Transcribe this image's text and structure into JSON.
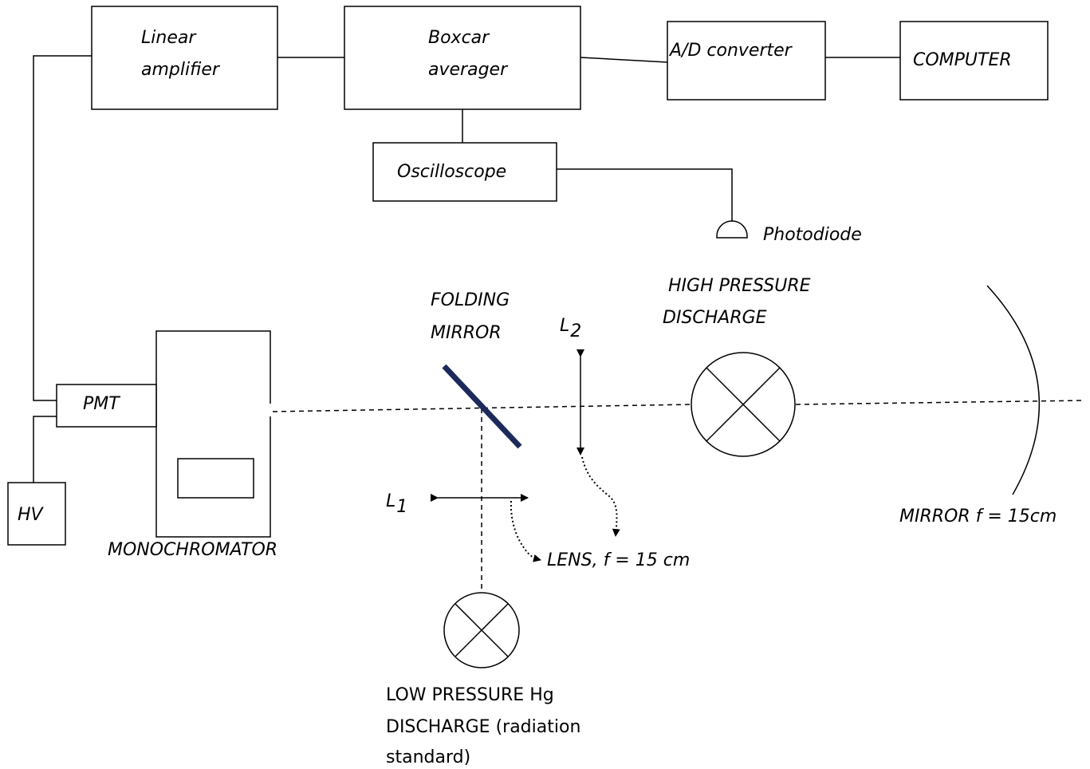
{
  "blocks": {
    "linear_amplifier": [
      "Linear",
      "amplifier"
    ],
    "boxcar_averager": [
      "Boxcar",
      "averager"
    ],
    "ad_converter": "A/D converter",
    "computer": "COMPUTER",
    "oscilloscope": "Oscilloscope",
    "pmt": "PMT",
    "hv": "HV"
  },
  "labels": {
    "photodiode": "Photodiode",
    "folding_mirror": [
      "FOLDING",
      "MIRROR"
    ],
    "high_pressure_discharge": [
      "HIGH PRESSURE",
      "DISCHARGE"
    ],
    "monochromator": "MONOCHROMATOR",
    "mirror": "MIRROR  f = 15cm",
    "lens": "LENS, f = 15 cm",
    "l1": {
      "letter": "L",
      "sub": "1"
    },
    "l2": {
      "letter": "L",
      "sub": "2"
    },
    "low_pressure_discharge": [
      "LOW PRESSURE Hg",
      "DISCHARGE (radiation",
      "standard)"
    ]
  },
  "colors": {
    "folding_mirror": "#1c2a5a",
    "line": "#000000"
  }
}
